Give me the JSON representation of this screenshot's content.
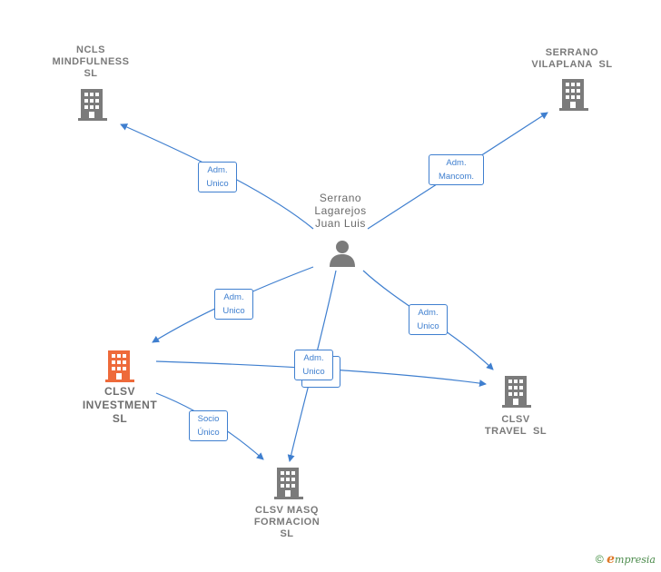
{
  "nodes": {
    "ncls": {
      "lines": [
        "NCLS",
        "MINDFULNESS",
        "SL"
      ]
    },
    "serrano_vilaplana": {
      "lines": [
        "SERRANO",
        "VILAPLANA  SL"
      ]
    },
    "person": {
      "lines": [
        "Serrano",
        "Lagarejos",
        "Juan Luis"
      ]
    },
    "clsv_investment": {
      "lines": [
        "CLSV",
        "INVESTMENT",
        "SL"
      ]
    },
    "clsv_travel": {
      "lines": [
        "CLSV",
        "TRAVEL  SL"
      ]
    },
    "clsv_masq": {
      "lines": [
        "CLSV MASQ",
        "FORMACION",
        "SL"
      ]
    }
  },
  "edges": {
    "to_ncls": {
      "lines": [
        "Adm.",
        "Unico"
      ]
    },
    "to_vilaplana": {
      "lines": [
        "Adm.",
        "Mancom."
      ]
    },
    "to_investment": {
      "lines": [
        "Adm.",
        "Unico"
      ]
    },
    "to_travel": {
      "lines": [
        "Adm.",
        "Unico"
      ]
    },
    "to_masq": {
      "lines": [
        "Adm.",
        "Unico"
      ]
    },
    "investment_to_masq": {
      "lines": [
        "Socio",
        "Único"
      ]
    }
  },
  "colors": {
    "edge": "#3f7fcf",
    "building": "#7b7b7b",
    "building_focus": "#ee6a3a",
    "person": "#7b7b7b"
  },
  "footer": {
    "copyright_symbol": "©",
    "brand_initial": "e",
    "brand_rest": "mpresia"
  }
}
